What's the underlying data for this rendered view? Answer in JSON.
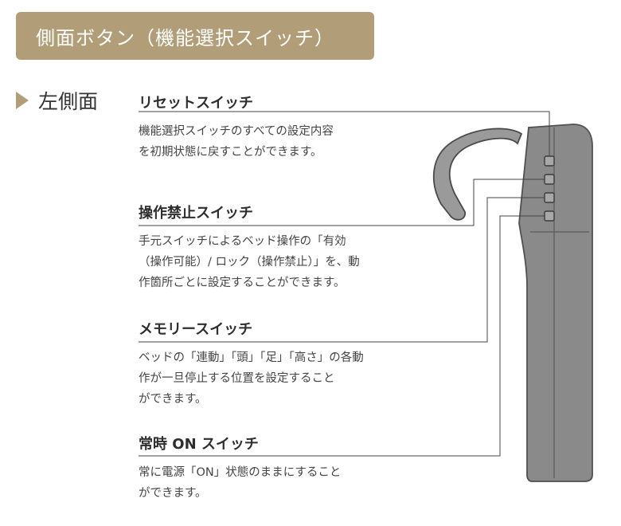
{
  "header": {
    "title": "側面ボタン（機能選択スイッチ）"
  },
  "side": {
    "label": "左側面"
  },
  "sections": [
    {
      "title": "リセットスイッチ",
      "lines": [
        "機能選択スイッチのすべての設定内容",
        "を初期状態に戻すことができます。"
      ]
    },
    {
      "title": "操作禁止スイッチ",
      "lines": [
        "手元スイッチによるベッド操作の「有効",
        "（操作可能）/ ロック（操作禁止）」を、動",
        "作箇所ごとに設定することができます。"
      ]
    },
    {
      "title": "メモリースイッチ",
      "lines": [
        "ベッドの「連動」「頭」「足」「高さ」の各動",
        "作が一旦停止する位置を設定すること",
        "ができます。"
      ]
    },
    {
      "title": "常時 ON スイッチ",
      "lines": [
        "常に電源「ON」状態のままにすること",
        "ができます。"
      ]
    }
  ],
  "colors": {
    "banner": "#b19e78",
    "device": "#8a8a8a",
    "device_outline": "#555555",
    "button": "#a8a8a8"
  }
}
